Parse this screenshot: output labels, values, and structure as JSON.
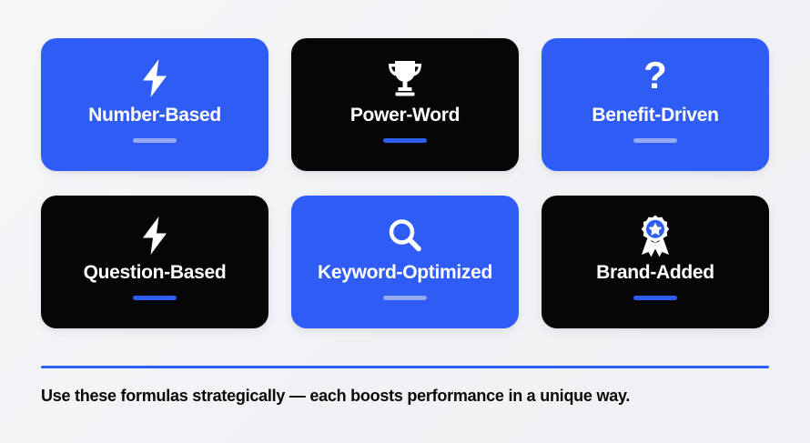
{
  "background": {
    "color": "#f4f5f7"
  },
  "theme": {
    "blue": "#2f5cf5",
    "black": "#060606",
    "white": "#ffffff",
    "underline_on_blue": "#93a9f4",
    "underline_on_black": "#2f5cf5",
    "caption_color": "#0a0a0a"
  },
  "cards": [
    {
      "label": "Number-Based",
      "icon": "lightning-bolt-icon",
      "style": "blue",
      "underline_color": "#93a9f4"
    },
    {
      "label": "Power-Word",
      "icon": "trophy-icon",
      "style": "black",
      "underline_color": "#2f5cf5"
    },
    {
      "label": "Benefit-Driven",
      "icon": "question-mark-icon",
      "style": "blue",
      "underline_color": "#93a9f4"
    },
    {
      "label": "Question-Based",
      "icon": "lightning-bolt-icon",
      "style": "black",
      "underline_color": "#2f5cf5"
    },
    {
      "label": "Keyword-Optimized",
      "icon": "search-icon",
      "style": "blue",
      "underline_color": "#93a9f4"
    },
    {
      "label": "Brand-Added",
      "icon": "award-badge-icon",
      "style": "black",
      "underline_color": "#2f5cf5"
    }
  ],
  "footer": {
    "caption": "Use these formulas strategically — each boosts performance in a unique way.",
    "divider_color": "#2f5cf5"
  }
}
